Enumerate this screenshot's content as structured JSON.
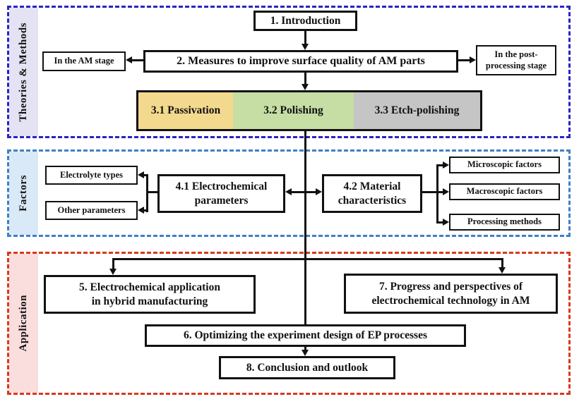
{
  "sections": {
    "theories": {
      "label": "Theories & Methods",
      "border_color": "#2a23c4",
      "strip_color": "#e4e3f3"
    },
    "factors": {
      "label": "Factors",
      "border_color": "#3f80c4",
      "strip_color": "#d9e9f7"
    },
    "application": {
      "label": "Application",
      "border_color": "#d8391f",
      "strip_color": "#fadddd"
    }
  },
  "nodes": {
    "intro": "1. Introduction",
    "measures": "2. Measures to improve surface quality of AM parts",
    "am_stage": "In the AM stage",
    "post_stage": "In the post-\nprocessing stage",
    "passivation": {
      "label": "3.1 Passivation",
      "fill": "#f3d98d"
    },
    "polishing": {
      "label": "3.2 Polishing",
      "fill": "#c6dda4"
    },
    "etch_polishing": {
      "label": "3.3 Etch-polishing",
      "fill": "#c5c5c5"
    },
    "ep_parameters": "4.1 Electrochemical\nparameters",
    "material_characteristics": "4.2 Material\ncharacteristics",
    "electrolyte_types": "Electrolyte types",
    "other_parameters": "Other parameters",
    "microscopic_factors": "Microscopic factors",
    "macroscopic_factors": "Macroscopic factors",
    "processing_methods": "Processing methods",
    "hybrid_manufacturing": "5. Electrochemical application\nin hybrid manufacturing",
    "progress_perspectives": "7. Progress and perspectives of\nelectrochemical technology in AM",
    "optimizing_ep": "6. Optimizing the experiment design of EP processes",
    "conclusion": "8. Conclusion and outlook"
  }
}
